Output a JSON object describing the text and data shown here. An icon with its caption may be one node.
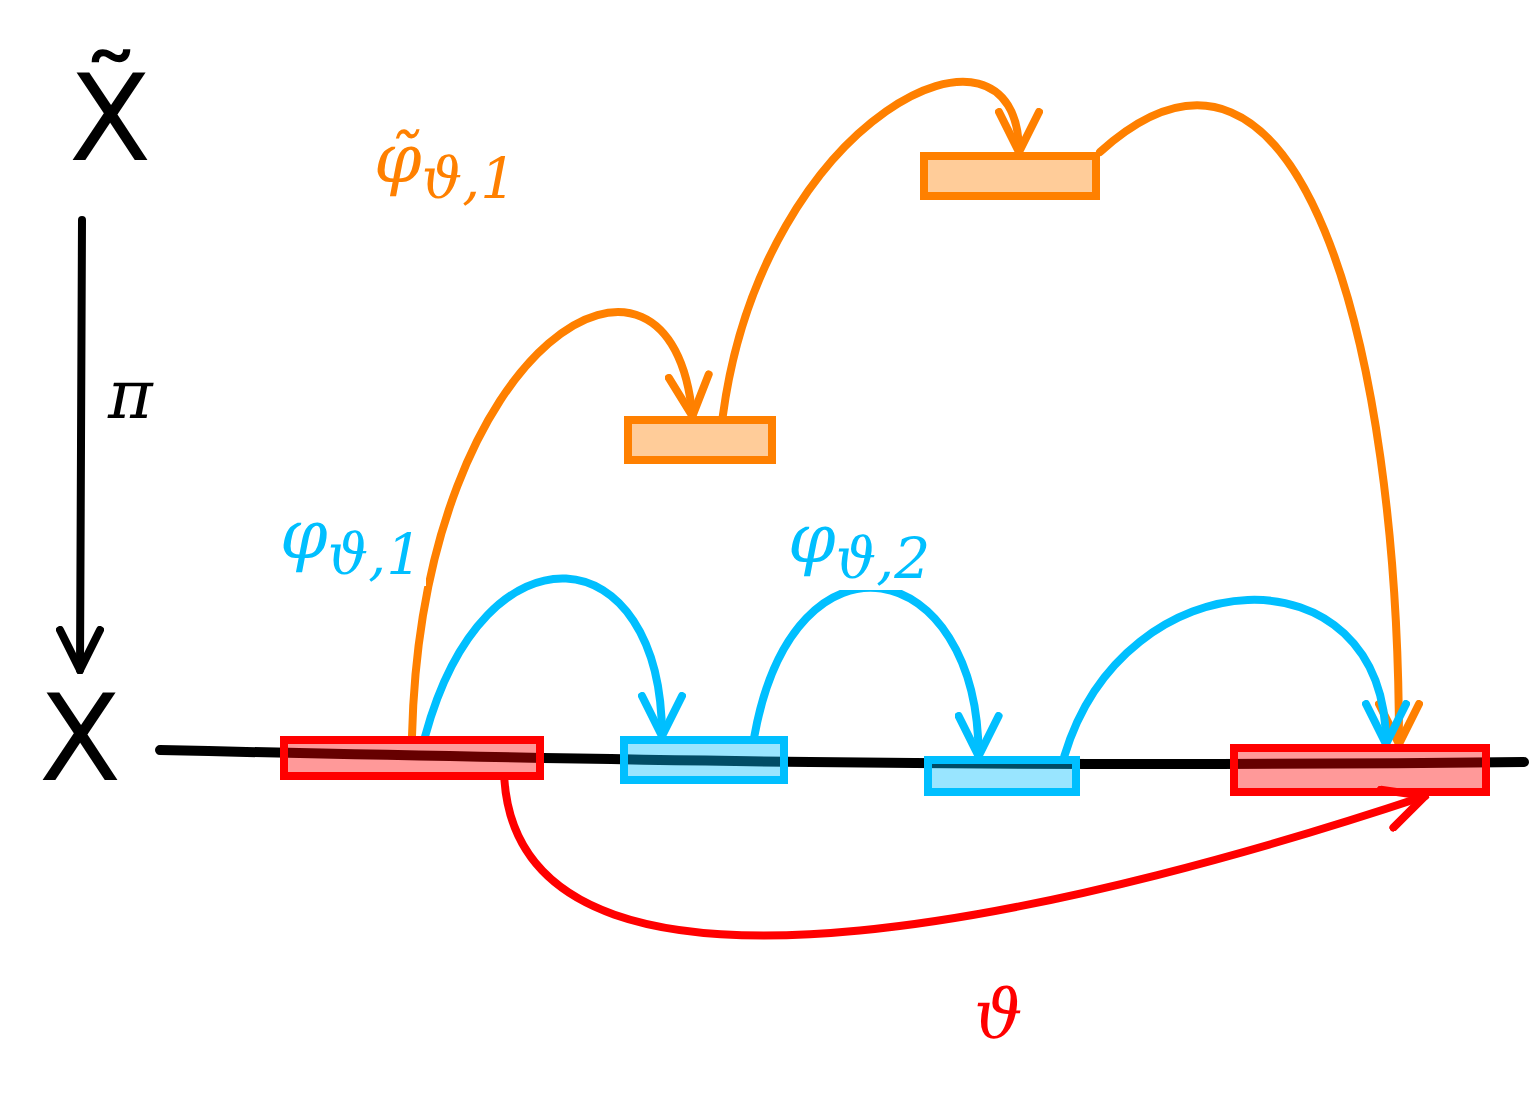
{
  "diagram": {
    "nodes": [
      {
        "text": [
          "X̃"
        ]
      },
      {
        "text": [],
        "shape": "bar"
      },
      {
        "text": [],
        "shape": "bar"
      },
      {
        "text": [
          "X"
        ]
      },
      {
        "text": [],
        "shape": "bar"
      },
      {
        "text": [],
        "shape": "bar"
      },
      {
        "text": [],
        "shape": "bar"
      },
      {
        "text": [],
        "shape": "bar"
      }
    ],
    "edges": [
      {
        "from": 0,
        "to": 3,
        "arrow": "to",
        "label": "π",
        "color": "#000000"
      },
      {
        "from": 4,
        "to": 2,
        "arrow": "to",
        "label": "φ̃$_{ϑ,1}$",
        "color": "#ff8000"
      },
      {
        "from": 2,
        "to": 1,
        "arrow": "to",
        "color": "#ff8000"
      },
      {
        "from": 1,
        "to": 7,
        "arrow": "to",
        "color": "#ff8000"
      },
      {
        "from": 4,
        "to": 5,
        "arrow": "to",
        "label": "φ$_{ϑ,1}$",
        "color": "#00bfff"
      },
      {
        "from": 5,
        "to": 6,
        "arrow": "to",
        "label": "φ$_{ϑ,2}$",
        "color": "#00bfff"
      },
      {
        "from": 6,
        "to": 7,
        "arrow": "to",
        "color": "#00bfff"
      },
      {
        "from": 4,
        "to": 7,
        "arrow": "to",
        "label": "ϑ",
        "color": "#ff0000"
      }
    ]
  }
}
